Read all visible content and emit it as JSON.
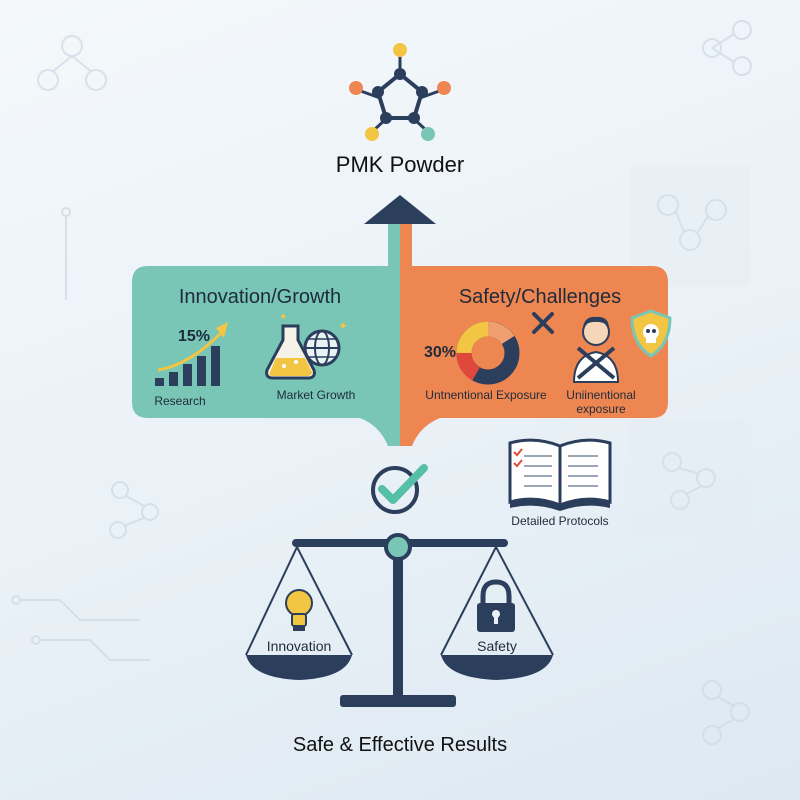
{
  "top": {
    "title": "PMK Powder"
  },
  "left_card": {
    "title": "Innovation/Growth",
    "stat": "15%",
    "label_research": "Research",
    "label_market": "Market Growth"
  },
  "right_card": {
    "title": "Safety/Challenges",
    "stat": "30%",
    "label_exposure_1": "Untnentional Exposure",
    "label_exposure_2": "Uniinentional\nexposure"
  },
  "protocols": {
    "label": "Detailed Protocols"
  },
  "scale": {
    "left_label": "Innovation",
    "right_label": "Safety"
  },
  "bottom": {
    "title": "Safe & Effective Results"
  },
  "colors": {
    "navy": "#2b3e5c",
    "teal": "#79c6b6",
    "orange": "#ee8651",
    "check": "#56bfa7",
    "gold": "#f2c542"
  }
}
